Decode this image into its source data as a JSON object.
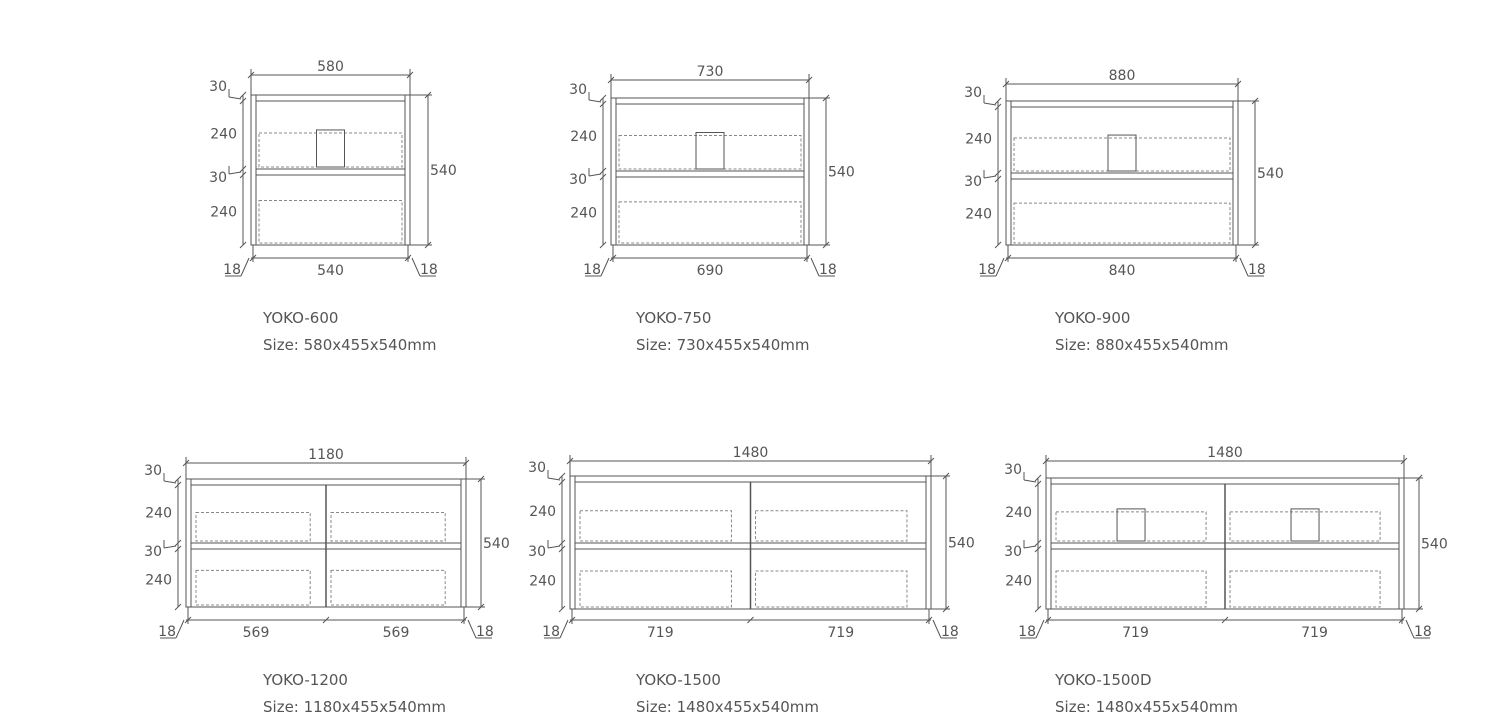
{
  "products": [
    {
      "model": "YOKO-600",
      "size": "Size: 580x455x540mm",
      "dims": {
        "top": "580",
        "height": "540",
        "top_panel": "30",
        "upper_drawer": "240",
        "mid_panel": "30",
        "lower_drawer": "240",
        "side_left": "18",
        "side_right": "18",
        "bottom": [
          "540"
        ]
      },
      "drawers_per_row": 1,
      "handle_cutout": true
    },
    {
      "model": "YOKO-750",
      "size": "Size: 730x455x540mm",
      "dims": {
        "top": "730",
        "height": "540",
        "top_panel": "30",
        "upper_drawer": "240",
        "mid_panel": "30",
        "lower_drawer": "240",
        "side_left": "18",
        "side_right": "18",
        "bottom": [
          "690"
        ]
      },
      "drawers_per_row": 1,
      "handle_cutout": true
    },
    {
      "model": "YOKO-900",
      "size": "Size: 880x455x540mm",
      "dims": {
        "top": "880",
        "height": "540",
        "top_panel": "30",
        "upper_drawer": "240",
        "mid_panel": "30",
        "lower_drawer": "240",
        "side_left": "18",
        "side_right": "18",
        "bottom": [
          "840"
        ]
      },
      "drawers_per_row": 1,
      "handle_cutout": true
    },
    {
      "model": "YOKO-1200",
      "size": "Size: 1180x455x540mm",
      "dims": {
        "top": "1180",
        "height": "540",
        "top_panel": "30",
        "upper_drawer": "240",
        "mid_panel": "30",
        "lower_drawer": "240",
        "side_left": "18",
        "side_right": "18",
        "bottom": [
          "569",
          "569"
        ]
      },
      "drawers_per_row": 2,
      "handle_cutout": false
    },
    {
      "model": "YOKO-1500",
      "size": "Size: 1480x455x540mm",
      "dims": {
        "top": "1480",
        "height": "540",
        "top_panel": "30",
        "upper_drawer": "240",
        "mid_panel": "30",
        "lower_drawer": "240",
        "side_left": "18",
        "side_right": "18",
        "bottom": [
          "719",
          "719"
        ]
      },
      "drawers_per_row": 2,
      "handle_cutout": false
    },
    {
      "model": "YOKO-1500D",
      "size": "Size: 1480x455x540mm",
      "dims": {
        "top": "1480",
        "height": "540",
        "top_panel": "30",
        "upper_drawer": "240",
        "mid_panel": "30",
        "lower_drawer": "240",
        "side_left": "18",
        "side_right": "18",
        "bottom": [
          "719",
          "719"
        ]
      },
      "drawers_per_row": 2,
      "handle_cutout": true
    }
  ],
  "colors": {
    "line": "#555555",
    "dash": "#888888",
    "text": "#555555"
  }
}
